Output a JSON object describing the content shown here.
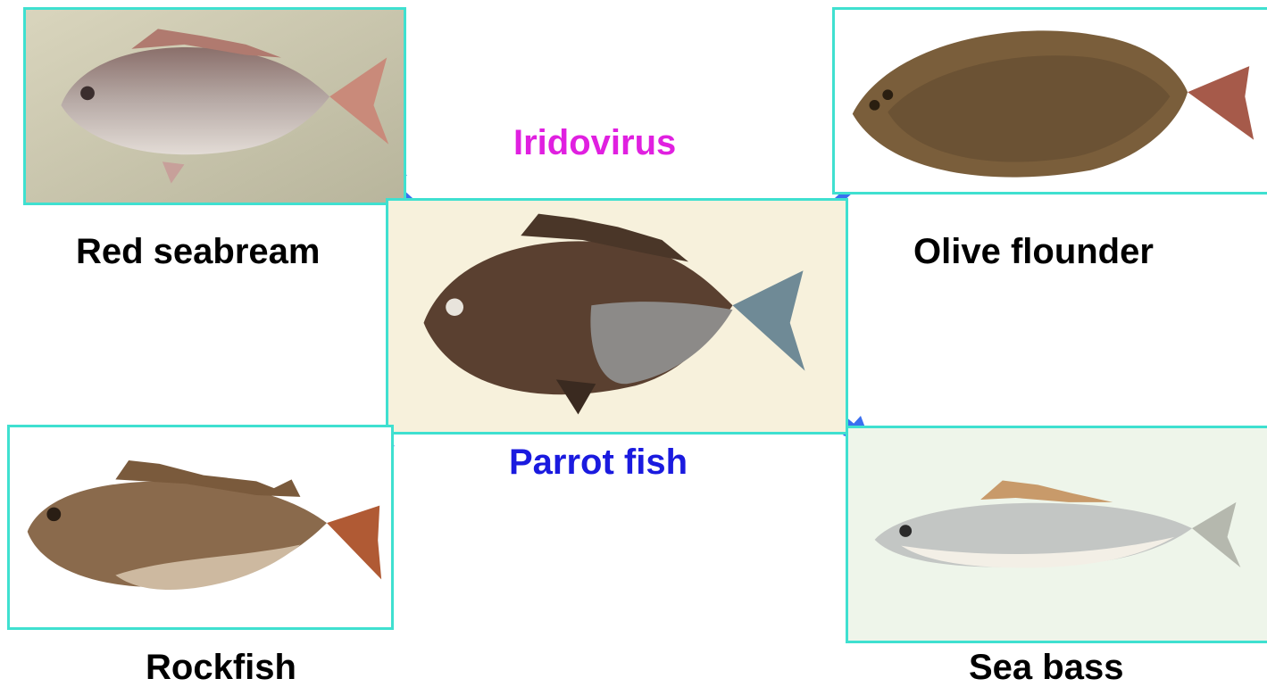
{
  "center": {
    "label": "Parrot fish",
    "label_color": "#1a1adf"
  },
  "virus": {
    "label": "Iridovirus",
    "label_color": "#e020e0"
  },
  "targets": [
    {
      "label": "Red seabream"
    },
    {
      "label": "Olive flounder"
    },
    {
      "label": "Rockfish"
    },
    {
      "label": "Sea bass"
    }
  ],
  "colors": {
    "frame": "#3fe0d0",
    "arrow": "#3a6ff0",
    "text": "#000000"
  }
}
